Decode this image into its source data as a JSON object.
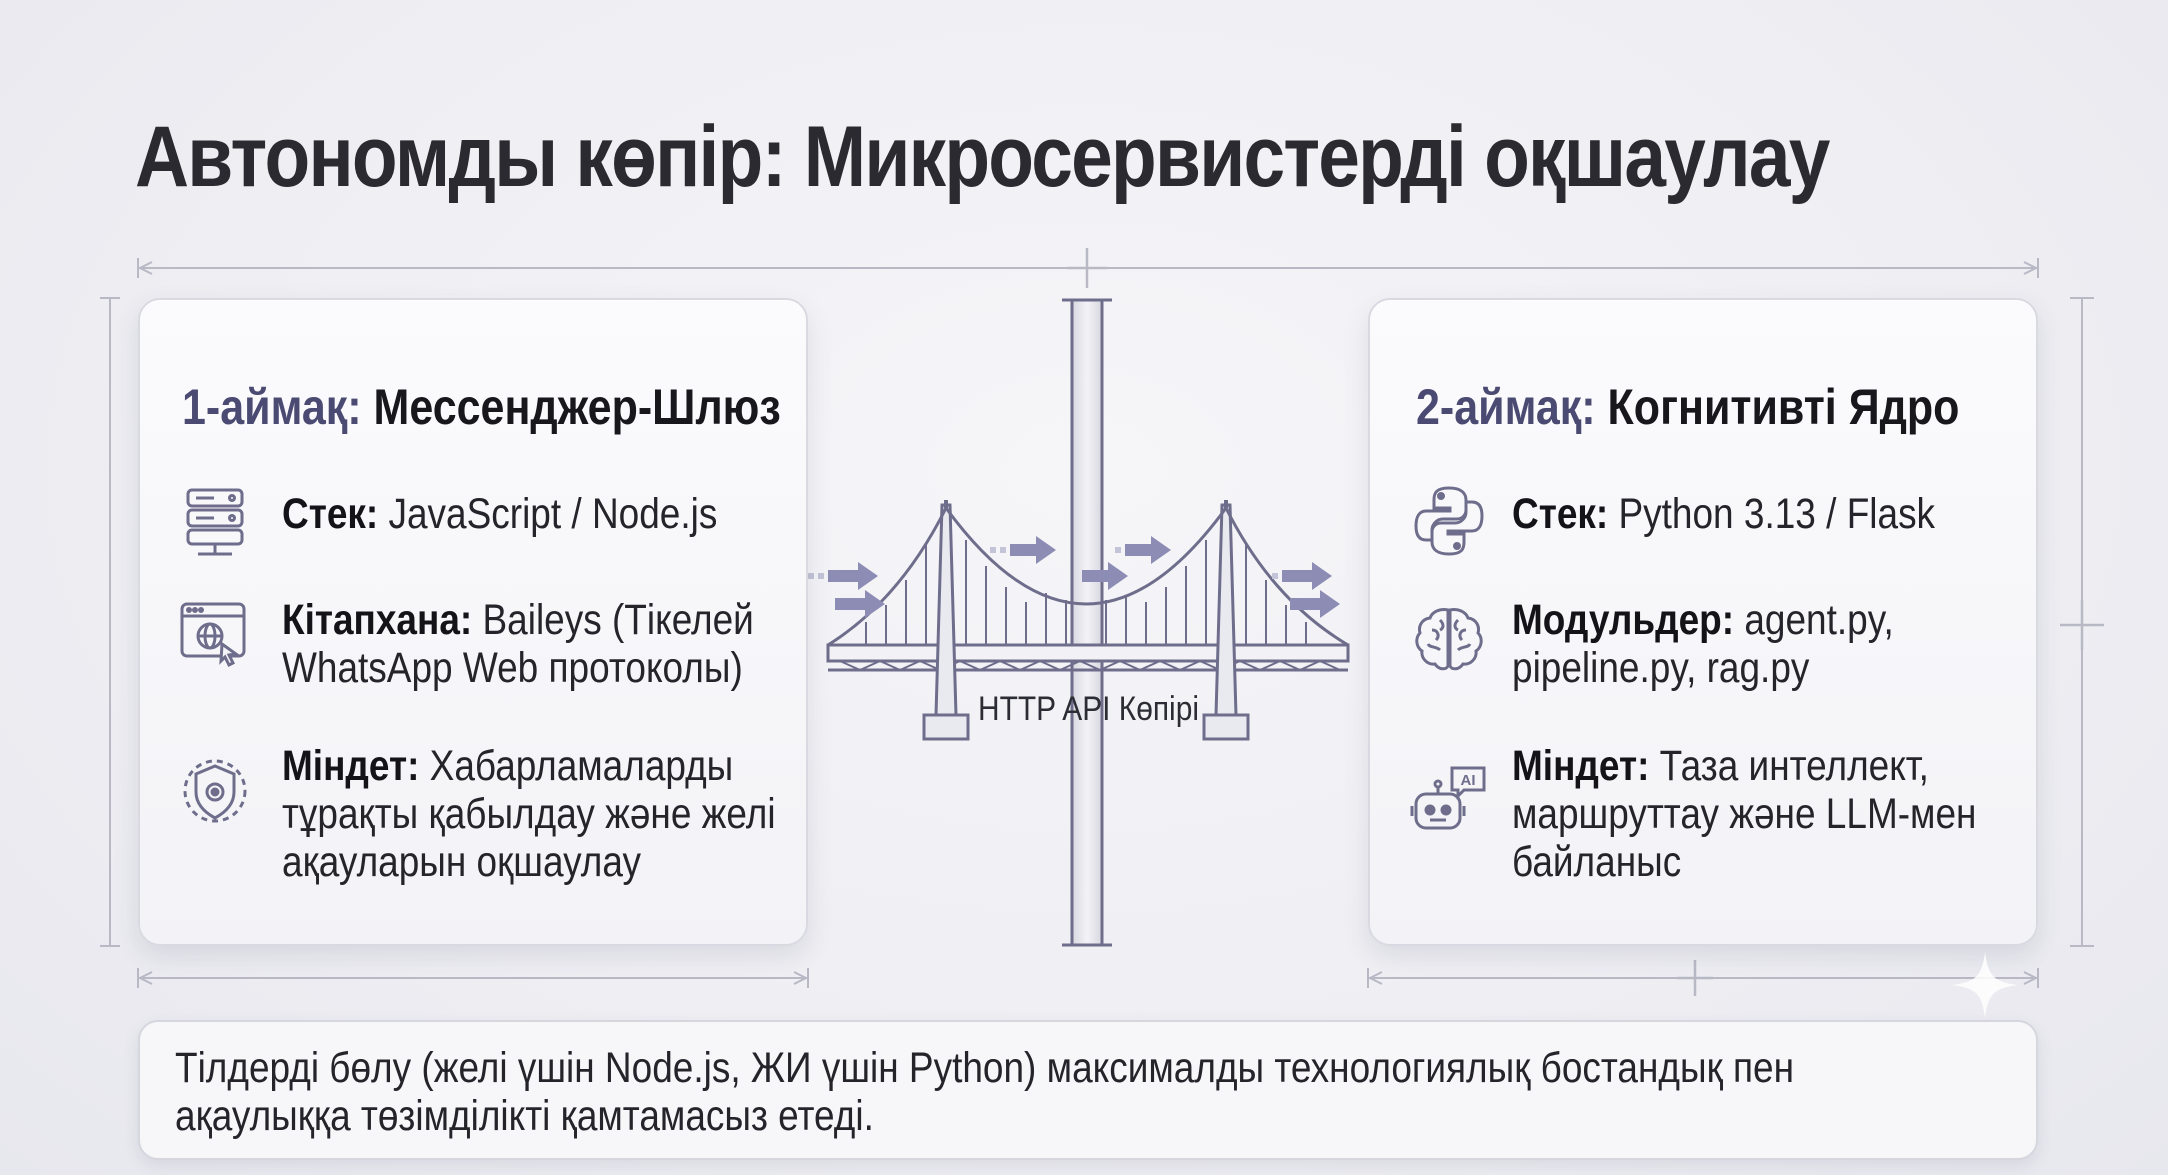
{
  "title": "Автономды көпір: Микросервистерді оқшаулау",
  "colors": {
    "accent": "#4a4a72",
    "bridge": "#6e6e8c",
    "arrow": "#8c8cb4",
    "panel_border": "#d9d9e2",
    "background": "#eeeef3"
  },
  "left_zone": {
    "num": "1-аймақ:",
    "name": "Мессенджер-Шлюз",
    "items": [
      {
        "icon": "server-icon",
        "label": "Стек:",
        "text": "JavaScript / Node.js"
      },
      {
        "icon": "browser-globe-icon",
        "label": "Кітапхана:",
        "text": "Baileys (Тікелей WhatsApp Web протоколы)"
      },
      {
        "icon": "shield-gear-icon",
        "label": "Міндет:",
        "text": "Хабарламаларды тұрақты қабылдау және желі ақауларын оқшаулау"
      }
    ]
  },
  "right_zone": {
    "num": "2-аймақ:",
    "name": "Когнитивті Ядро",
    "items": [
      {
        "icon": "python-icon",
        "label": "Стек:",
        "text": "Python 3.13 / Flask"
      },
      {
        "icon": "brain-icon",
        "label": "Модульдер:",
        "text": "agent.py, pipeline.py, rag.py"
      },
      {
        "icon": "ai-robot-icon",
        "label": "Міндет:",
        "text": "Таза интеллект, маршруттау және LLM-мен байланыс"
      }
    ]
  },
  "bridge": {
    "label": "HTTP API Көпірі",
    "icon": "suspension-bridge-icon"
  },
  "ai_badge": "AI",
  "footer": "Тілдерді бөлу (желі үшін Node.js, ЖИ үшін Python) максималды технологиялық бостандық пен ақаулыққа төзімділікті қамтамасыз етеді."
}
